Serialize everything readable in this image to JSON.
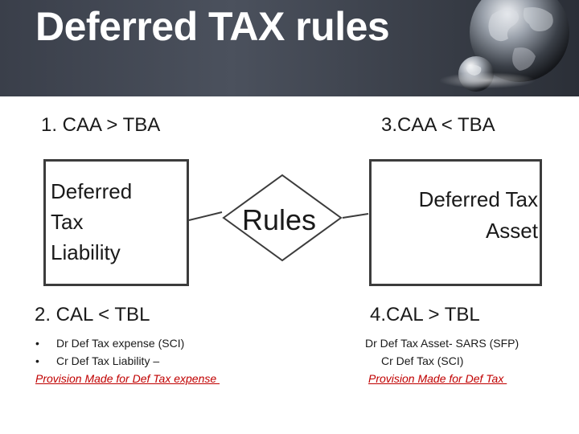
{
  "slide": {
    "title": "Deferred TAX rules",
    "rule1": "1. CAA > TBA",
    "rule3": "3.CAA < TBA",
    "rule2": "2. CAL < TBL",
    "rule4": "4.CAL > TBL",
    "center_label": "Rules",
    "left_box": {
      "line1": "Deferred",
      "line2": "Tax",
      "line3": "Liability"
    },
    "right_box": {
      "line1": "Deferred Tax",
      "line2": "Asset"
    },
    "left_entries": {
      "bullet": "•",
      "item1": "Dr Def Tax expense (SCI)",
      "item2": "Cr Def Tax Liability –",
      "provision": "Provision Made for Def Tax expense "
    },
    "right_entries": {
      "item1": "Dr Def Tax Asset- SARS (SFP)",
      "item2": "Cr Def Tax (SCI)",
      "provision": "Provision Made for Def Tax "
    }
  },
  "colors": {
    "header_bg": "#3a3f4a",
    "title_text": "#ffffff",
    "provision_text": "#c00000",
    "box_border": "#3c3c3c"
  },
  "icons": {
    "header_graphic": "globe-icon"
  }
}
